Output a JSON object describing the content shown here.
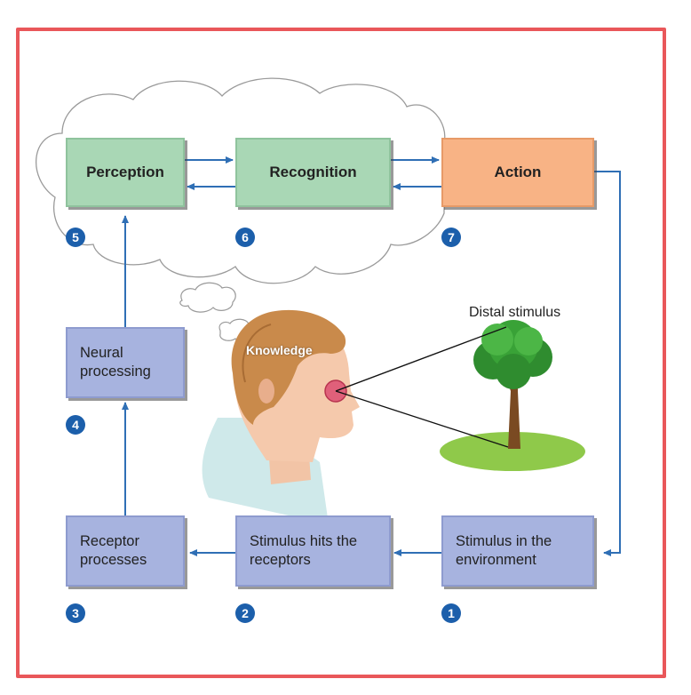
{
  "nodes": {
    "perception": "Perception",
    "recognition": "Recognition",
    "action": "Action",
    "neural": "Neural processing",
    "receptor": "Receptor processes",
    "hits": "Stimulus hits the receptors",
    "env": "Stimulus in the environment"
  },
  "steps": [
    "1",
    "2",
    "3",
    "4",
    "5",
    "6",
    "7"
  ],
  "labels": {
    "distal": "Distal stimulus",
    "knowledge": "Knowledge"
  },
  "colors": {
    "frame": "#e9575a",
    "arrow": "#2f6fb5",
    "green_box": "#a9d7b5",
    "orange_box": "#f8b385",
    "blue_box": "#a7b3df",
    "badge": "#1c5fab"
  },
  "icons": [
    "thought-cloud-icon",
    "head-illustration",
    "tree-icon",
    "eye-icon"
  ]
}
